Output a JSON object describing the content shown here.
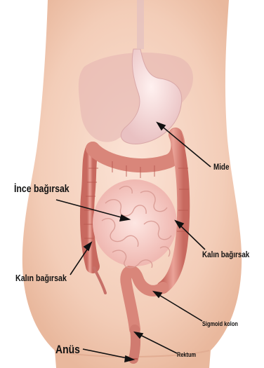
{
  "labels": {
    "mide": "Mide",
    "ince_bagirsak": "İnce bağırsak",
    "kalin_bagirsak_right": "Kalın bağırsak",
    "kalin_bagirsak_left": "Kalın bağırsak",
    "sigmoid_kolon": "Sigmoid kolon",
    "anus": "Anüs",
    "rektum": "Rektum"
  },
  "colors": {
    "background": "#ffffff",
    "skin": "#f1c2ac",
    "colon": "#d9867a",
    "small_intestine": "#f3c6c2",
    "stomach": "#efc8c8",
    "liver": "#e6b9b6",
    "label_text": "#111111",
    "pointer": "#111111"
  }
}
